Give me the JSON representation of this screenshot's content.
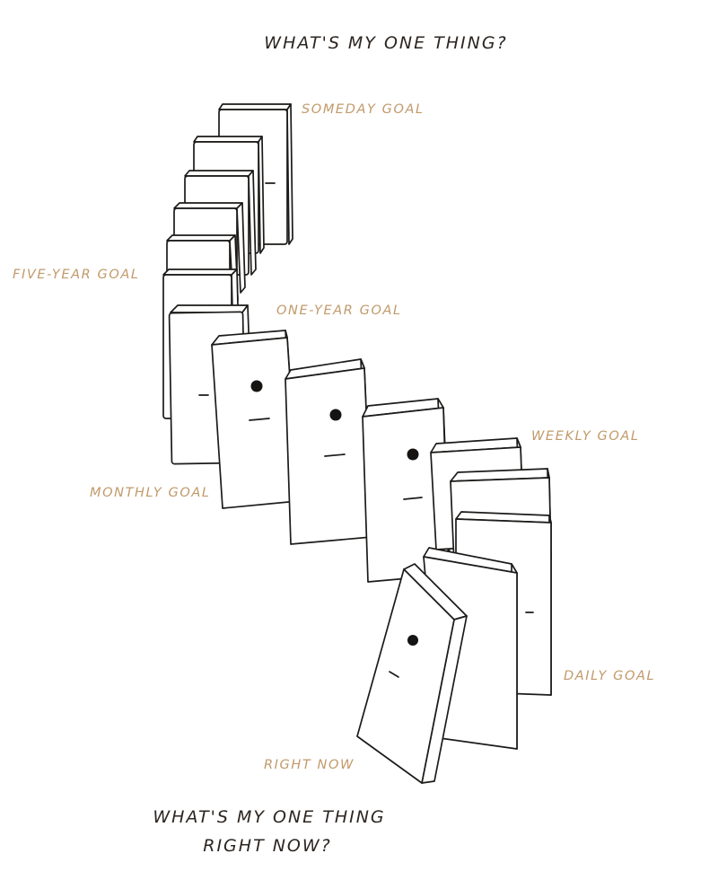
{
  "header": {
    "question": "WHAT'S MY ONE THING?"
  },
  "footer": {
    "question_line1": "WHAT'S MY ONE THING",
    "question_line2": "RIGHT NOW?"
  },
  "goals": {
    "someday": "SOMEDAY GOAL",
    "five_year": "FIVE-YEAR GOAL",
    "one_year": "ONE-YEAR GOAL",
    "monthly": "MONTHLY GOAL",
    "weekly": "WEEKLY GOAL",
    "daily": "DAILY GOAL",
    "right_now": "RIGHT NOW"
  },
  "colors": {
    "ink": "#1d1b19",
    "label": "#c19a6b",
    "background": "#ffffff"
  }
}
